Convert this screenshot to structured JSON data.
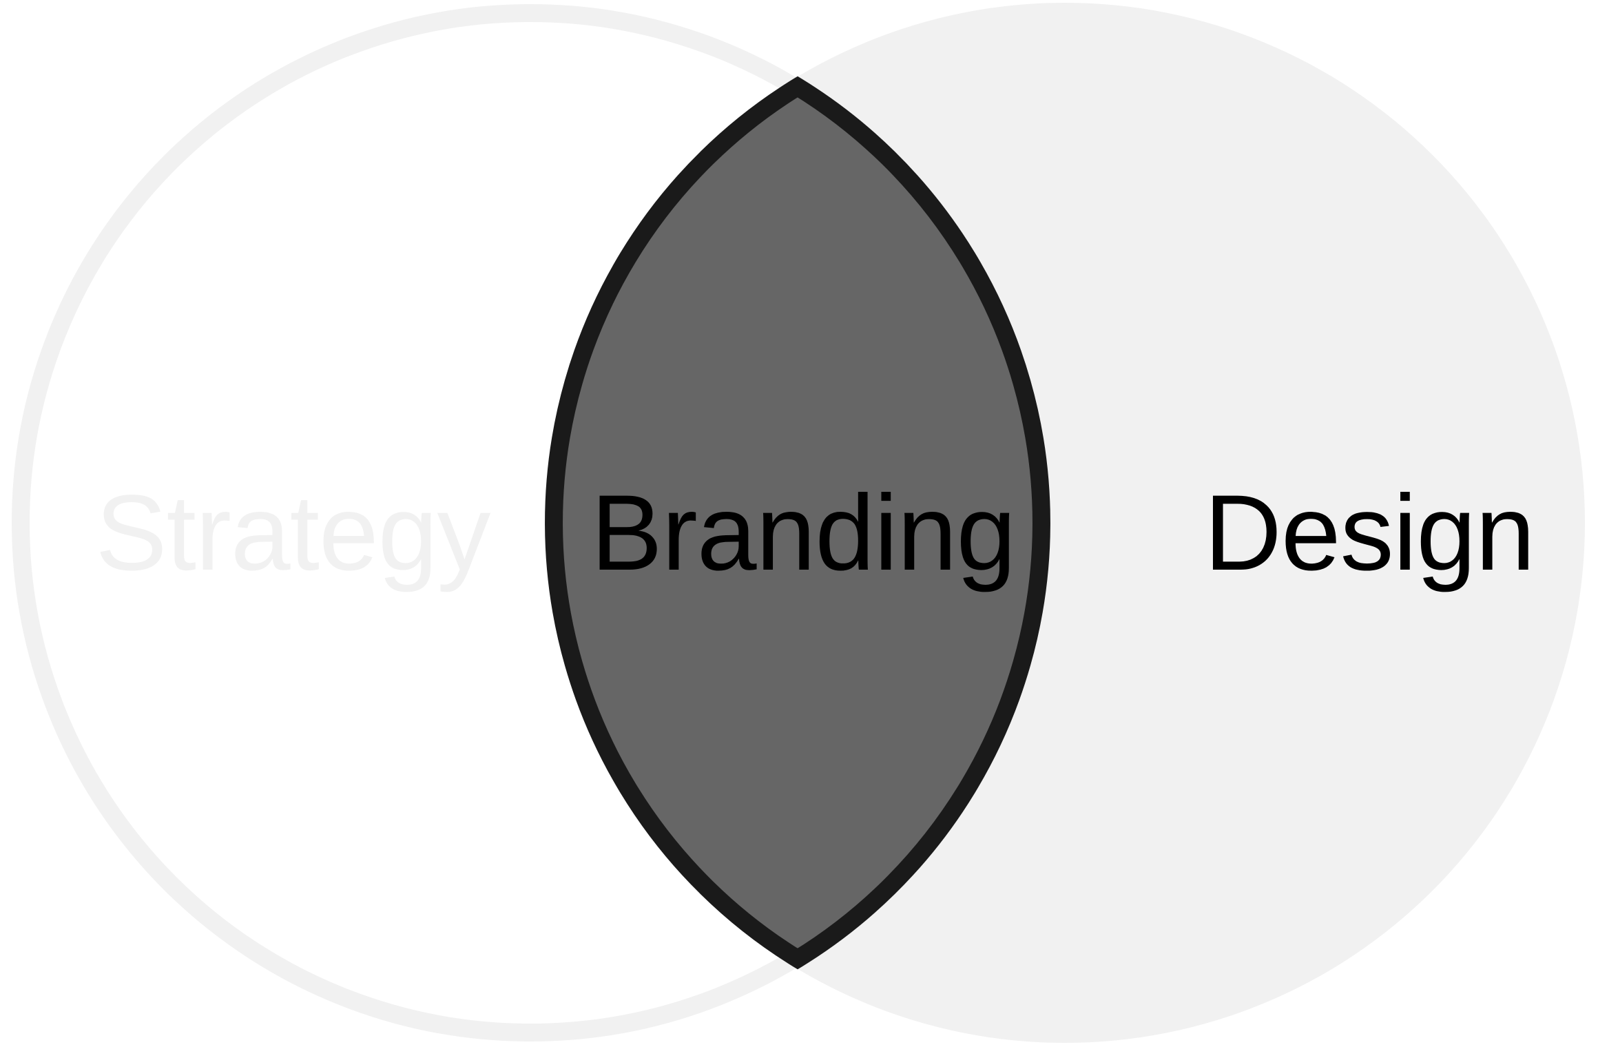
{
  "diagram": {
    "type": "venn",
    "sets": [
      {
        "label": "Strategy",
        "style": "outline",
        "color": "#f1f1f1"
      },
      {
        "label": "Design",
        "style": "filled",
        "color": "#f1f1f1"
      }
    ],
    "intersection": {
      "label": "Branding",
      "fill": "#666666",
      "stroke": "#1a1a1a"
    },
    "text_colors": {
      "strategy": "#f1f1f1",
      "branding": "#000000",
      "design": "#000000"
    }
  }
}
